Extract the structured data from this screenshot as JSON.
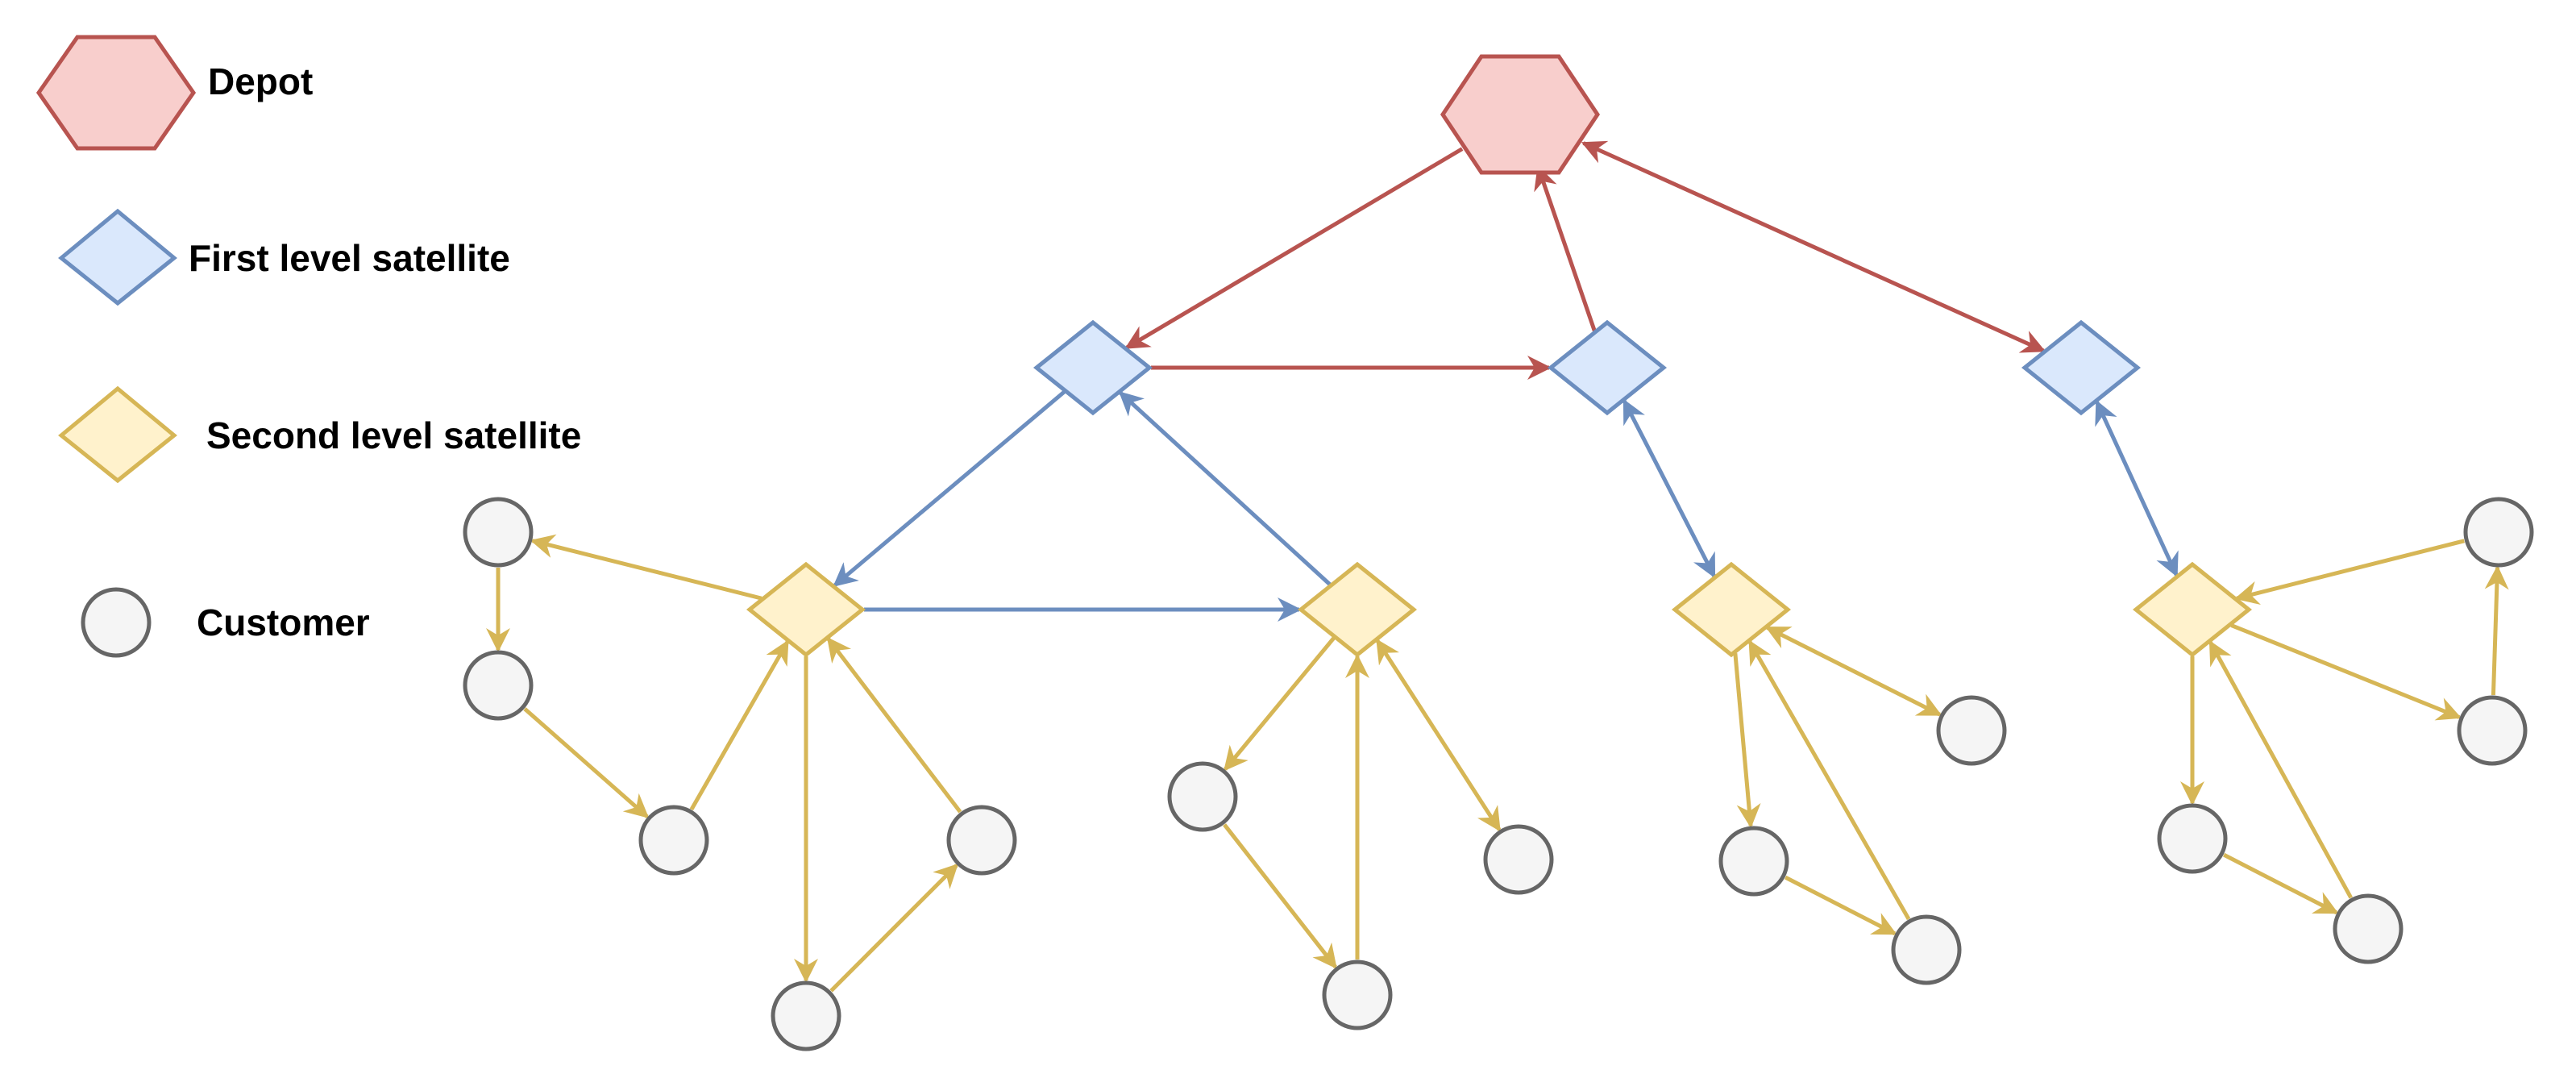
{
  "legend": {
    "items": [
      {
        "id": "depot",
        "label": "Depot",
        "shape": "hexagon",
        "fill": "#f8cecc",
        "stroke": "#b85450"
      },
      {
        "id": "first",
        "label": "First level satellite",
        "shape": "diamond",
        "fill": "#dae8fc",
        "stroke": "#6c8ebf"
      },
      {
        "id": "second",
        "label": "Second level satellite",
        "shape": "diamond",
        "fill": "#fff2cc",
        "stroke": "#d6b656"
      },
      {
        "id": "customer",
        "label": "Customer",
        "shape": "circle",
        "fill": "#f5f5f5",
        "stroke": "#666666"
      }
    ]
  },
  "colors": {
    "depot_edge": "#b85450",
    "first_level_edge": "#6c8ebf",
    "second_level_edge": "#d6b656"
  },
  "graph": {
    "nodes": [
      {
        "id": "D",
        "type": "depot"
      },
      {
        "id": "F1",
        "type": "first"
      },
      {
        "id": "F2",
        "type": "first"
      },
      {
        "id": "F3",
        "type": "first"
      },
      {
        "id": "S1",
        "type": "second"
      },
      {
        "id": "S2",
        "type": "second"
      },
      {
        "id": "S3",
        "type": "second"
      },
      {
        "id": "S4",
        "type": "second"
      },
      {
        "id": "C1",
        "type": "customer"
      },
      {
        "id": "C2",
        "type": "customer"
      },
      {
        "id": "C3",
        "type": "customer"
      },
      {
        "id": "C4",
        "type": "customer"
      },
      {
        "id": "C5",
        "type": "customer"
      },
      {
        "id": "C6",
        "type": "customer"
      },
      {
        "id": "C7",
        "type": "customer"
      },
      {
        "id": "C8",
        "type": "customer"
      },
      {
        "id": "C9",
        "type": "customer"
      },
      {
        "id": "C10",
        "type": "customer"
      },
      {
        "id": "C11",
        "type": "customer"
      },
      {
        "id": "C12",
        "type": "customer"
      },
      {
        "id": "C13",
        "type": "customer"
      },
      {
        "id": "C14",
        "type": "customer"
      },
      {
        "id": "C15",
        "type": "customer"
      }
    ],
    "edges": [
      {
        "from": "D",
        "to": "F1",
        "level": "depot",
        "direction": "forward"
      },
      {
        "from": "F1",
        "to": "F2",
        "level": "depot",
        "direction": "forward"
      },
      {
        "from": "F2",
        "to": "D",
        "level": "depot",
        "direction": "forward"
      },
      {
        "from": "D",
        "to": "F3",
        "level": "depot",
        "direction": "both"
      },
      {
        "from": "F1",
        "to": "S1",
        "level": "first",
        "direction": "forward"
      },
      {
        "from": "S1",
        "to": "S2",
        "level": "first",
        "direction": "forward"
      },
      {
        "from": "S2",
        "to": "F1",
        "level": "first",
        "direction": "forward"
      },
      {
        "from": "F2",
        "to": "S3",
        "level": "first",
        "direction": "both"
      },
      {
        "from": "F3",
        "to": "S4",
        "level": "first",
        "direction": "both"
      },
      {
        "from": "S1",
        "to": "C1",
        "level": "second",
        "direction": "forward"
      },
      {
        "from": "C1",
        "to": "C2",
        "level": "second",
        "direction": "forward"
      },
      {
        "from": "C2",
        "to": "C3",
        "level": "second",
        "direction": "forward"
      },
      {
        "from": "C3",
        "to": "S1",
        "level": "second",
        "direction": "forward"
      },
      {
        "from": "S1",
        "to": "C5",
        "level": "second",
        "direction": "forward"
      },
      {
        "from": "C5",
        "to": "C4",
        "level": "second",
        "direction": "forward"
      },
      {
        "from": "C4",
        "to": "S1",
        "level": "second",
        "direction": "forward"
      },
      {
        "from": "S2",
        "to": "C6",
        "level": "second",
        "direction": "forward"
      },
      {
        "from": "C6",
        "to": "C7",
        "level": "second",
        "direction": "forward"
      },
      {
        "from": "C7",
        "to": "S2",
        "level": "second",
        "direction": "forward"
      },
      {
        "from": "S2",
        "to": "C8",
        "level": "second",
        "direction": "both"
      },
      {
        "from": "S3",
        "to": "C9",
        "level": "second",
        "direction": "both"
      },
      {
        "from": "S3",
        "to": "C10",
        "level": "second",
        "direction": "forward"
      },
      {
        "from": "C10",
        "to": "C11",
        "level": "second",
        "direction": "forward"
      },
      {
        "from": "C11",
        "to": "S3",
        "level": "second",
        "direction": "forward"
      },
      {
        "from": "S4",
        "to": "C14",
        "level": "second",
        "direction": "forward"
      },
      {
        "from": "C14",
        "to": "C15",
        "level": "second",
        "direction": "forward"
      },
      {
        "from": "C15",
        "to": "S4",
        "level": "second",
        "direction": "forward"
      },
      {
        "from": "C12",
        "to": "S4",
        "level": "second",
        "direction": "forward"
      },
      {
        "from": "S4",
        "to": "C13",
        "level": "second",
        "direction": "forward"
      },
      {
        "from": "C13",
        "to": "C12",
        "level": "second",
        "direction": "forward"
      }
    ]
  }
}
